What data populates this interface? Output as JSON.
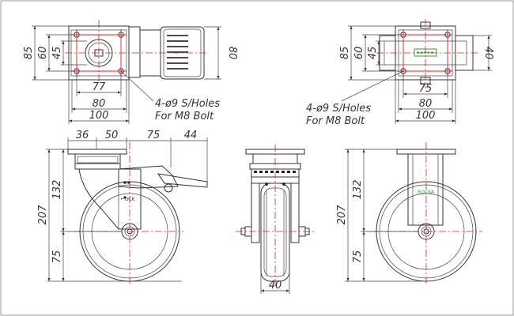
{
  "drawing": {
    "top_left": {
      "dims": {
        "h85": "85",
        "h60": "60",
        "h45": "45",
        "w77": "77",
        "w80": "80",
        "w100": "100",
        "h80": "80"
      },
      "note_line1": "4-ø9 S/Holes",
      "note_line2": "For M8 Bolt"
    },
    "top_right": {
      "dims": {
        "h85": "85",
        "h60": "60",
        "h45": "45",
        "w75": "75",
        "w80": "80",
        "w100": "100",
        "h40": "40"
      },
      "note_line1": "4-ø9 S/Holes",
      "note_line2": "For M8 Bolt"
    },
    "side_brake": {
      "dims": {
        "w36": "36",
        "w50": "50",
        "w75": "75",
        "w44": "44",
        "h207": "207",
        "h132": "132",
        "h75": "75"
      }
    },
    "front": {
      "dims": {
        "w40": "40"
      }
    },
    "side_fixed": {
      "dims": {
        "h207": "207",
        "h132": "132",
        "h75": "75"
      }
    }
  },
  "colors": {
    "line": "#333333",
    "centerline": "#e0201f",
    "brand": "#2aa83a",
    "border": "#999999"
  }
}
